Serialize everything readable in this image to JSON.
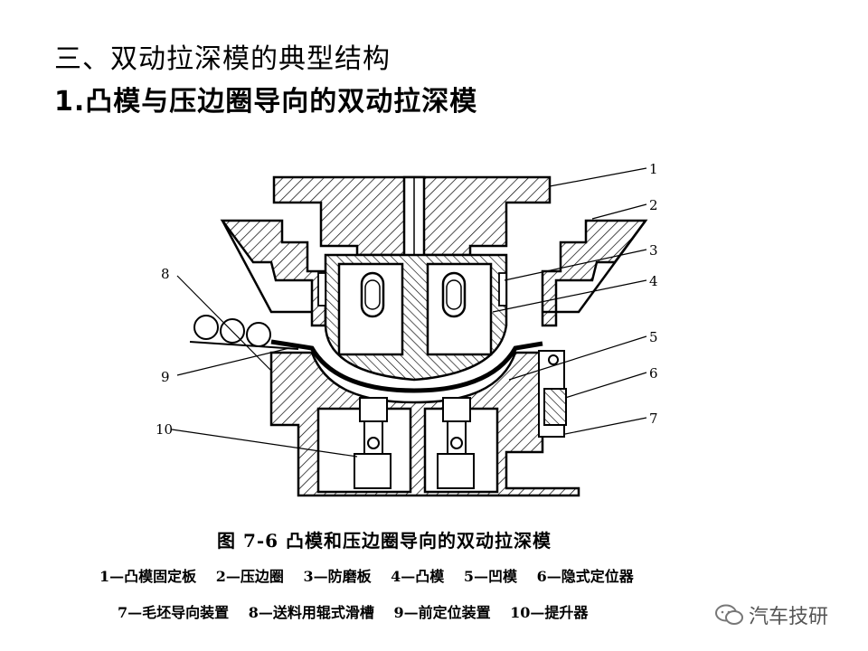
{
  "heading": "三、双动拉深模的典型结构",
  "subheading": "1.凸模与压边圈导向的双动拉深模",
  "diagram": {
    "labels": [
      "1",
      "2",
      "3",
      "4",
      "5",
      "6",
      "7",
      "8",
      "9",
      "10"
    ]
  },
  "caption": "图 7-6   凸模和压边圈导向的双动拉深模",
  "legend": {
    "row1": [
      "1—凸模固定板",
      "2—压边圈",
      "3—防磨板",
      "4—凸模",
      "5—凹模",
      "6—隐式定位器"
    ],
    "row2": [
      "7—毛坯导向装置",
      "8—送料用辊式滑槽",
      "9—前定位装置",
      "10—提升器"
    ]
  },
  "watermark": "汽车技研"
}
